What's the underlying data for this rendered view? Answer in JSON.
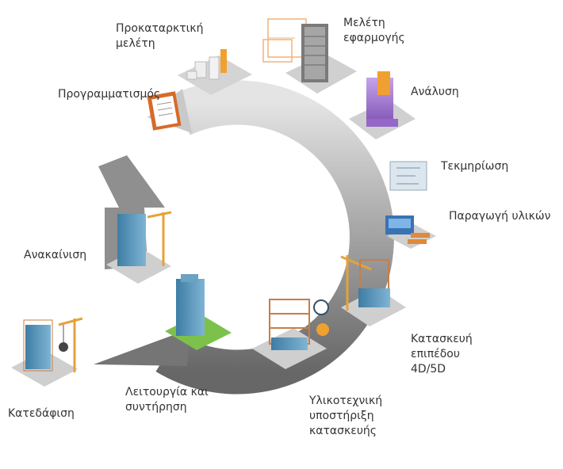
{
  "colors": {
    "ring_light": "#dedede",
    "ring_mid": "#a8a8a8",
    "ring_dark": "#6a6a6a",
    "label_text": "#333333",
    "building_glass": "#4f8fb5",
    "crane": "#e5a23a",
    "analysis_purple": "#9467c8",
    "analysis_orange": "#f0a030",
    "lawn": "#7cc24a",
    "scaffold": "#c97d45"
  },
  "stages": [
    {
      "id": "programming",
      "label": "Προγραμματισμός",
      "icon": "clipboard-document-icon"
    },
    {
      "id": "conceptual-design",
      "label": "Προκαταρκτική\nμελέτη",
      "icon": "massing-model-icon"
    },
    {
      "id": "detailed-design",
      "label": "Μελέτη\nεφαρμογής",
      "icon": "building-with-plans-icon"
    },
    {
      "id": "analysis",
      "label": "Ανάλυση",
      "icon": "analysis-building-icon"
    },
    {
      "id": "documentation",
      "label": "Τεκμηρίωση",
      "icon": "drawings-sheets-icon"
    },
    {
      "id": "fabrication",
      "label": "Παραγωγή υλικών",
      "icon": "fabrication-module-icon"
    },
    {
      "id": "construction-4d-5d",
      "label": "Κατασκευή\nεπιπέδου\n4D/5D",
      "icon": "crane-construction-icon"
    },
    {
      "id": "construction-logistics",
      "label": "Υλικοτεχνική\nυποστήριξη\nκατασκευής",
      "icon": "scaffold-timer-cost-icon"
    },
    {
      "id": "operation-maintenance",
      "label": "Λειτουργία και\nσυντήρηση",
      "icon": "building-on-lawn-icon"
    },
    {
      "id": "demolition",
      "label": "Κατεδάφιση",
      "icon": "wrecking-ball-icon"
    },
    {
      "id": "renovation",
      "label": "Ανακαίνιση",
      "icon": "building-with-crane-icon"
    }
  ]
}
